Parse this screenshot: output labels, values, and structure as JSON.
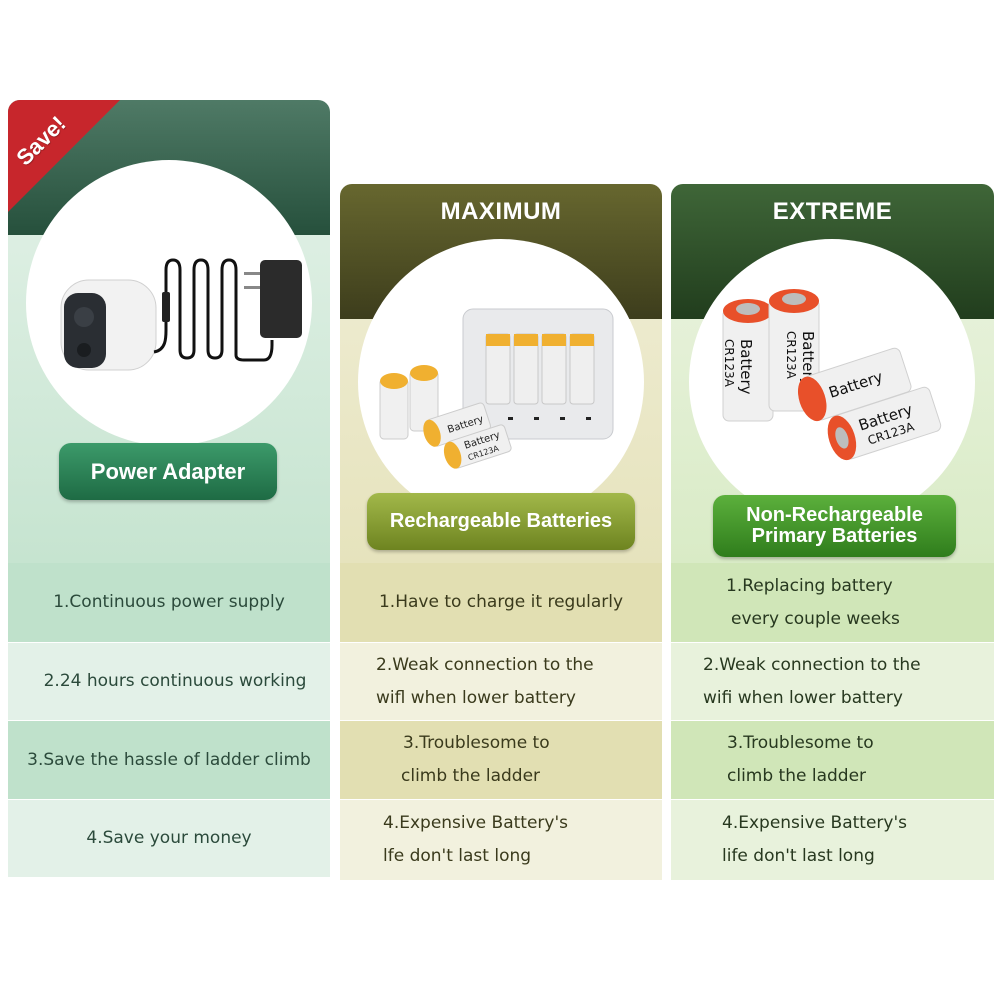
{
  "ribbon": {
    "label": "Save!",
    "color": "#c7262c"
  },
  "columns": [
    {
      "id": "power-adapter",
      "title": "",
      "badge": {
        "lines": [
          "Power Adapter"
        ]
      },
      "header_color": "#2f5d48",
      "body_color": "#dcefe4",
      "row_dark": "#bfe1cb",
      "row_light": "#e3f1e8",
      "text_color": "#2b4a3b",
      "image_alt": "white security camera with black power adapter and cable",
      "rows": [
        [
          "1.Continuous power supply"
        ],
        [
          "2.24 hours continuous working"
        ],
        [
          "3.Save the hassle of ladder climb"
        ],
        [
          "4.Save your money"
        ]
      ]
    },
    {
      "id": "maximum",
      "title": "MAXIMUM",
      "badge": {
        "lines": [
          "Rechargeable Batteries"
        ]
      },
      "header_color": "#4e4e26",
      "body_color": "#ebe9c8",
      "row_dark": "#e2dfb2",
      "row_light": "#f2f1de",
      "text_color": "#3a3a1c",
      "image_alt": "CR123A rechargeable batteries with white charger",
      "battery_label": "Battery",
      "battery_model": "CR123A",
      "rows": [
        [
          "1.Have to charge it regularly"
        ],
        [
          "2.Weak connection to the",
          "wifl when lower battery"
        ],
        [
          "3.Troublesome to",
          "climb the ladder"
        ],
        [
          "4.Expensive Battery's",
          "lfe don't last long"
        ]
      ]
    },
    {
      "id": "extreme",
      "title": "EXTREME",
      "badge": {
        "lines": [
          "Non-Rechargeable",
          "Primary Batteries"
        ]
      },
      "header_color": "#2f4f2a",
      "body_color": "#e4f0d6",
      "row_dark": "#d0e6b8",
      "row_light": "#e8f2dc",
      "text_color": "#27381f",
      "image_alt": "CR123A primary batteries with orange tops",
      "battery_label": "Battery",
      "battery_model": "CR123A",
      "rows": [
        [
          "1.Replacing battery",
          "every couple weeks"
        ],
        [
          "2.Weak connection to the",
          "wifi when lower battery"
        ],
        [
          "3.Troublesome to",
          "climb the ladder"
        ],
        [
          "4.Expensive Battery's",
          "life don't last long"
        ]
      ]
    }
  ]
}
